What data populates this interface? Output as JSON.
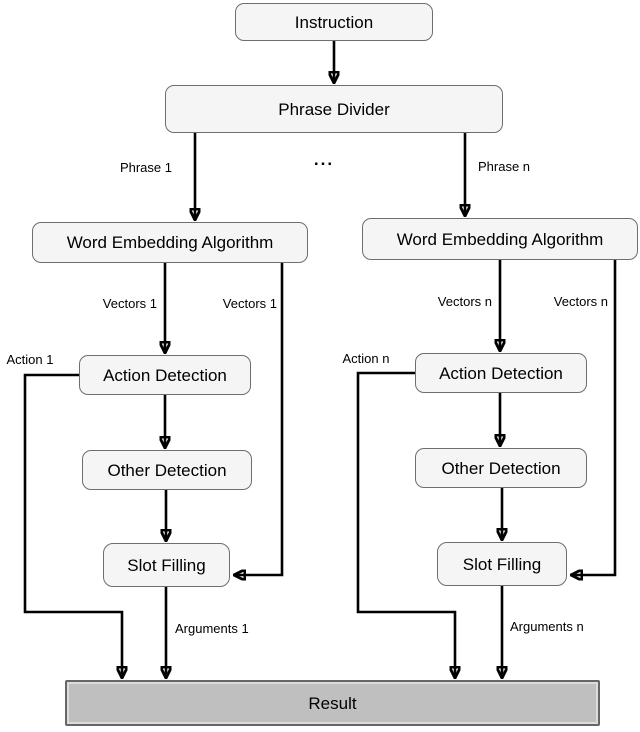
{
  "diagram": {
    "nodes": {
      "instruction": {
        "label": "Instruction"
      },
      "phrase_divider": {
        "label": "Phrase Divider"
      },
      "wea_left": {
        "label": "Word Embedding Algorithm"
      },
      "wea_right": {
        "label": "Word Embedding Algorithm"
      },
      "action_left": {
        "label": "Action Detection"
      },
      "action_right": {
        "label": "Action Detection"
      },
      "other_left": {
        "label": "Other Detection"
      },
      "other_right": {
        "label": "Other Detection"
      },
      "slot_left": {
        "label": "Slot Filling"
      },
      "slot_right": {
        "label": "Slot Filling"
      },
      "result": {
        "label": "Result"
      }
    },
    "edge_labels": {
      "phrase_1": "Phrase 1",
      "ellipsis": "...",
      "phrase_n": "Phrase n",
      "vectors_1_left": "Vectors 1",
      "vectors_1_right": "Vectors 1",
      "vectors_n_left": "Vectors n",
      "vectors_n_right": "Vectors n",
      "action_1": "Action 1",
      "action_n": "Action n",
      "arguments_1": "Arguments 1",
      "arguments_n": "Arguments n"
    },
    "colors": {
      "node_fill": "#f5f5f5",
      "node_border": "#6e6e6e",
      "result_fill": "#bfbfbf",
      "result_border": "#666666",
      "arrow": "#000000",
      "background": "#ffffff"
    }
  }
}
